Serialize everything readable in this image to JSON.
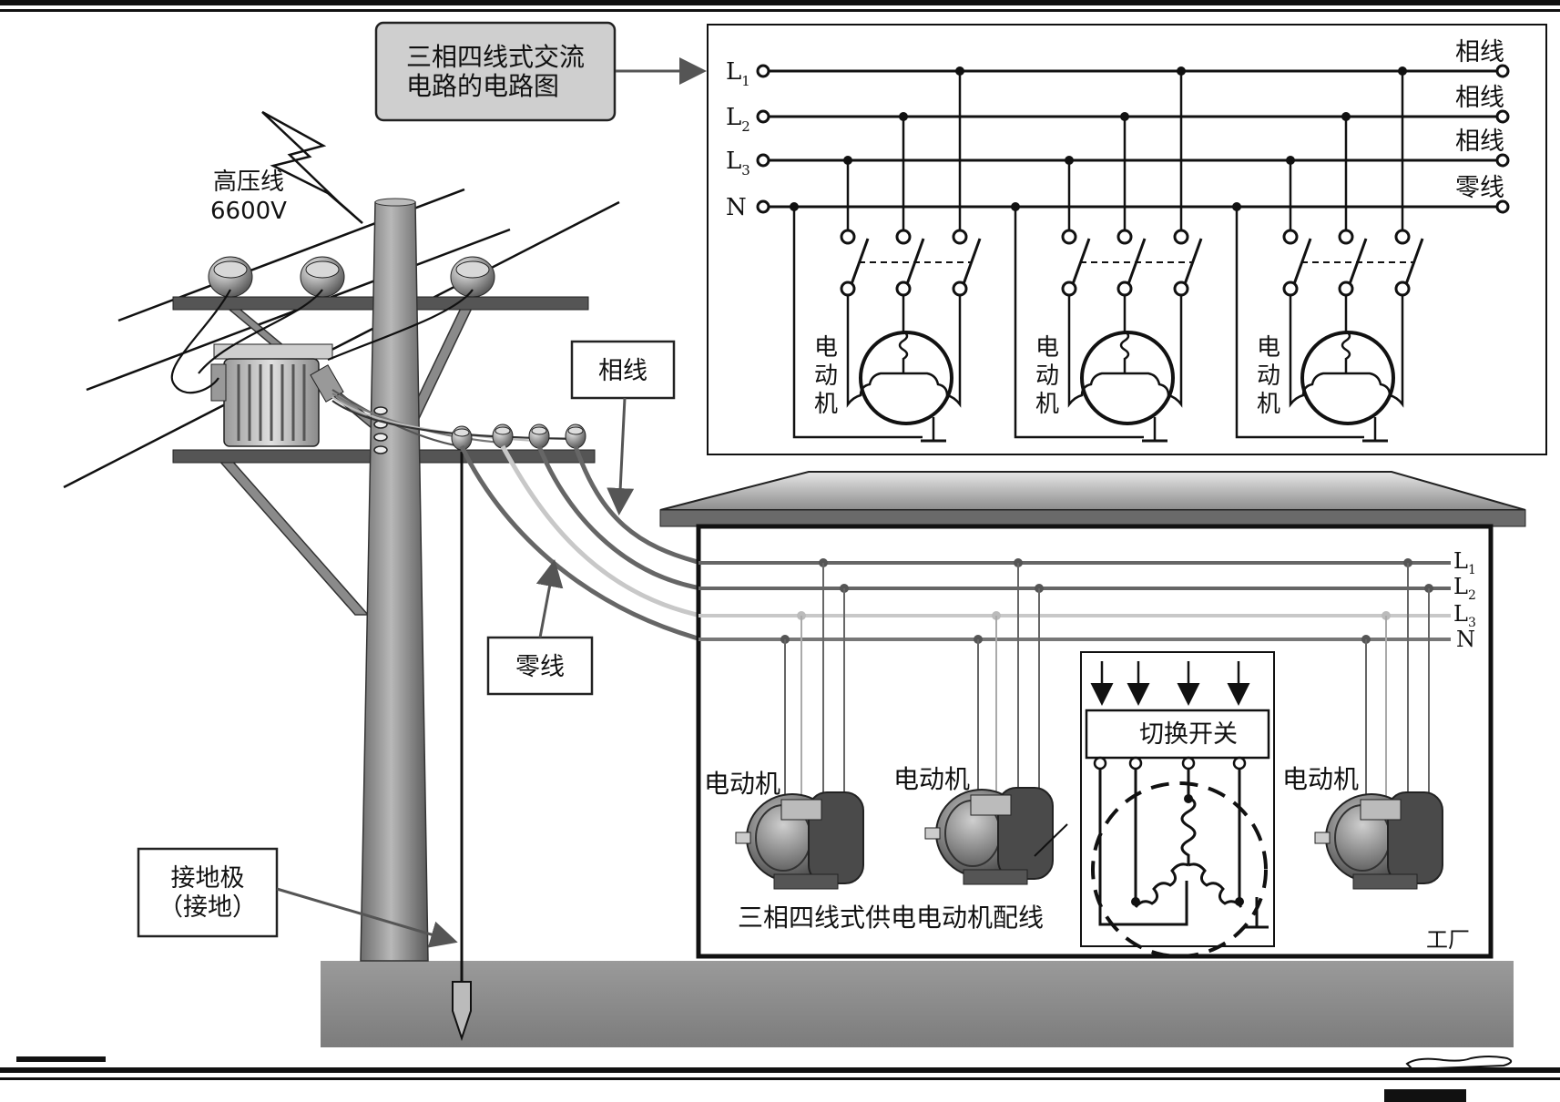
{
  "callouts": {
    "circuit_title_line1": "三相四线式交流",
    "circuit_title_line2": "电路的电路图",
    "phase_wire": "相线",
    "neutral_wire": "零线",
    "ground_line1": "接地极",
    "ground_line2": "（接地）"
  },
  "pole": {
    "hv_label": "高压线",
    "hv_voltage": "6600V"
  },
  "schematic": {
    "line_labels": [
      "L",
      "L",
      "L",
      "N"
    ],
    "line_subscripts": [
      "1",
      "2",
      "3",
      ""
    ],
    "right_labels": [
      "相线",
      "相线",
      "相线",
      "零线"
    ],
    "motor_label_chars": [
      "电",
      "动",
      "机"
    ]
  },
  "factory": {
    "bus_labels": [
      "L",
      "L",
      "L",
      "N"
    ],
    "bus_subscripts": [
      "1",
      "2",
      "3",
      ""
    ],
    "motor_labels": [
      "电动机",
      "电动机",
      "电动机"
    ],
    "switch_label": "切换开关",
    "caption": "三相四线式供电电动机配线",
    "building_label": "工厂"
  },
  "colors": {
    "ink": "#111111",
    "ground": "#8a8a8a",
    "pole": "#8e8e8e",
    "callout_fill": "#cfcfcf"
  }
}
